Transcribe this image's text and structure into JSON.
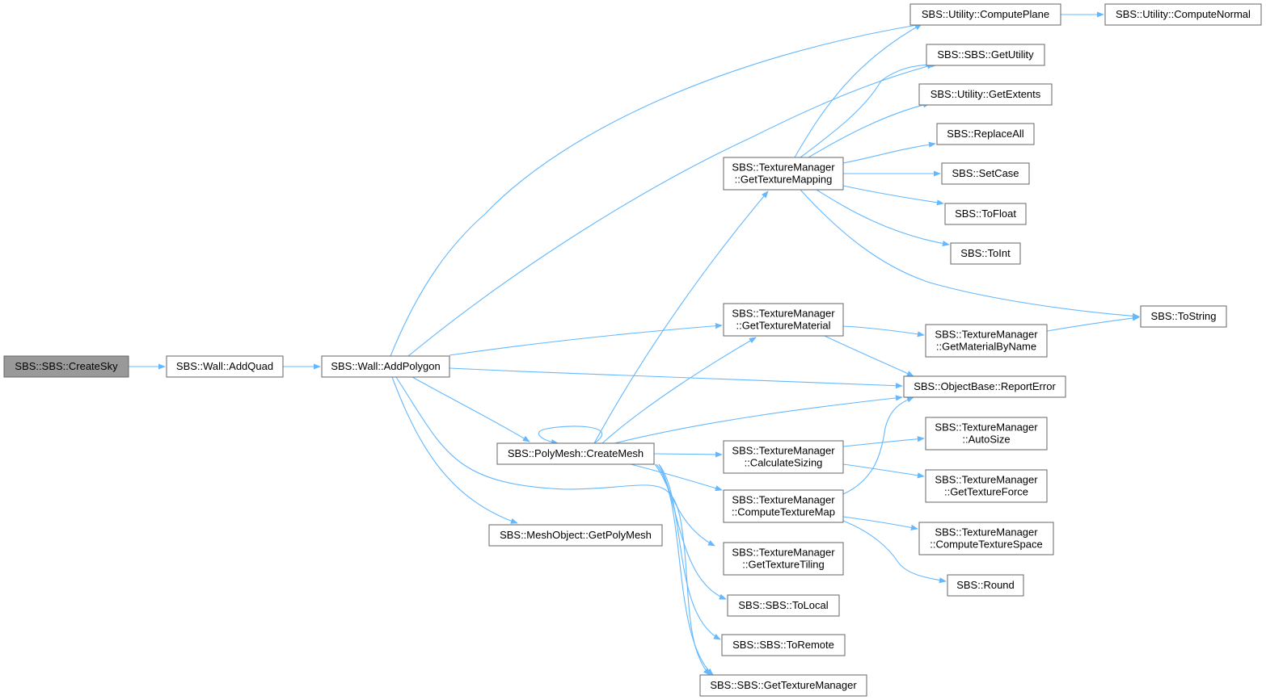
{
  "colors": {
    "edge": "#63b8ff",
    "node_border": "#666666",
    "root_fill": "#999999",
    "node_fill": "#ffffff"
  },
  "nodes": [
    {
      "id": "createsky",
      "lines": [
        "SBS::SBS::CreateSky"
      ],
      "root": true
    },
    {
      "id": "addquad",
      "lines": [
        "SBS::Wall::AddQuad"
      ]
    },
    {
      "id": "addpolygon",
      "lines": [
        "SBS::Wall::AddPolygon"
      ]
    },
    {
      "id": "createmesh",
      "lines": [
        "SBS::PolyMesh::CreateMesh"
      ]
    },
    {
      "id": "getpolymesh",
      "lines": [
        "SBS::MeshObject::GetPolyMesh"
      ]
    },
    {
      "id": "gettexturemapping",
      "lines": [
        "SBS::TextureManager",
        "::GetTextureMapping"
      ]
    },
    {
      "id": "gettexturematerial",
      "lines": [
        "SBS::TextureManager",
        "::GetTextureMaterial"
      ]
    },
    {
      "id": "calculatesizing",
      "lines": [
        "SBS::TextureManager",
        "::CalculateSizing"
      ]
    },
    {
      "id": "computetexturemap",
      "lines": [
        "SBS::TextureManager",
        "::ComputeTextureMap"
      ]
    },
    {
      "id": "gettexturetiling",
      "lines": [
        "SBS::TextureManager",
        "::GetTextureTiling"
      ]
    },
    {
      "id": "tolocal",
      "lines": [
        "SBS::SBS::ToLocal"
      ]
    },
    {
      "id": "toremote",
      "lines": [
        "SBS::SBS::ToRemote"
      ]
    },
    {
      "id": "gettexturemanager",
      "lines": [
        "SBS::SBS::GetTextureManager"
      ]
    },
    {
      "id": "computeplane",
      "lines": [
        "SBS::Utility::ComputePlane"
      ]
    },
    {
      "id": "getutility",
      "lines": [
        "SBS::SBS::GetUtility"
      ]
    },
    {
      "id": "getextents",
      "lines": [
        "SBS::Utility::GetExtents"
      ]
    },
    {
      "id": "replaceall",
      "lines": [
        "SBS::ReplaceAll"
      ]
    },
    {
      "id": "setcase",
      "lines": [
        "SBS::SetCase"
      ]
    },
    {
      "id": "tofloat",
      "lines": [
        "SBS::ToFloat"
      ]
    },
    {
      "id": "toint",
      "lines": [
        "SBS::ToInt"
      ]
    },
    {
      "id": "getmaterialbyname",
      "lines": [
        "SBS::TextureManager",
        "::GetMaterialByName"
      ]
    },
    {
      "id": "reporterror",
      "lines": [
        "SBS::ObjectBase::ReportError"
      ]
    },
    {
      "id": "autosize",
      "lines": [
        "SBS::TextureManager",
        "::AutoSize"
      ]
    },
    {
      "id": "gettextureforce",
      "lines": [
        "SBS::TextureManager",
        "::GetTextureForce"
      ]
    },
    {
      "id": "computetexturespace",
      "lines": [
        "SBS::TextureManager",
        "::ComputeTextureSpace"
      ]
    },
    {
      "id": "round",
      "lines": [
        "SBS::Round"
      ]
    },
    {
      "id": "computenormal",
      "lines": [
        "SBS::Utility::ComputeNormal"
      ]
    },
    {
      "id": "tostring",
      "lines": [
        "SBS::ToString"
      ]
    }
  ],
  "edges": [
    [
      "createsky",
      "addquad"
    ],
    [
      "addquad",
      "addpolygon"
    ],
    [
      "addpolygon",
      "computeplane"
    ],
    [
      "addpolygon",
      "getutility"
    ],
    [
      "addpolygon",
      "gettexturematerial"
    ],
    [
      "addpolygon",
      "reporterror"
    ],
    [
      "addpolygon",
      "createmesh"
    ],
    [
      "addpolygon",
      "getpolymesh"
    ],
    [
      "addpolygon",
      "gettexturemanager"
    ],
    [
      "createmesh",
      "createmesh"
    ],
    [
      "createmesh",
      "gettexturemapping"
    ],
    [
      "createmesh",
      "gettexturematerial"
    ],
    [
      "createmesh",
      "reporterror"
    ],
    [
      "createmesh",
      "calculatesizing"
    ],
    [
      "createmesh",
      "computetexturemap"
    ],
    [
      "createmesh",
      "gettexturetiling"
    ],
    [
      "createmesh",
      "tolocal"
    ],
    [
      "createmesh",
      "toremote"
    ],
    [
      "createmesh",
      "gettexturemanager"
    ],
    [
      "gettexturemapping",
      "computeplane"
    ],
    [
      "gettexturemapping",
      "getutility"
    ],
    [
      "gettexturemapping",
      "getextents"
    ],
    [
      "gettexturemapping",
      "replaceall"
    ],
    [
      "gettexturemapping",
      "setcase"
    ],
    [
      "gettexturemapping",
      "tofloat"
    ],
    [
      "gettexturemapping",
      "toint"
    ],
    [
      "gettexturemapping",
      "tostring"
    ],
    [
      "gettexturematerial",
      "getmaterialbyname"
    ],
    [
      "gettexturematerial",
      "reporterror"
    ],
    [
      "getmaterialbyname",
      "tostring"
    ],
    [
      "calculatesizing",
      "autosize"
    ],
    [
      "calculatesizing",
      "gettextureforce"
    ],
    [
      "computetexturemap",
      "reporterror"
    ],
    [
      "computetexturemap",
      "computetexturespace"
    ],
    [
      "computetexturemap",
      "round"
    ],
    [
      "computeplane",
      "computenormal"
    ]
  ]
}
